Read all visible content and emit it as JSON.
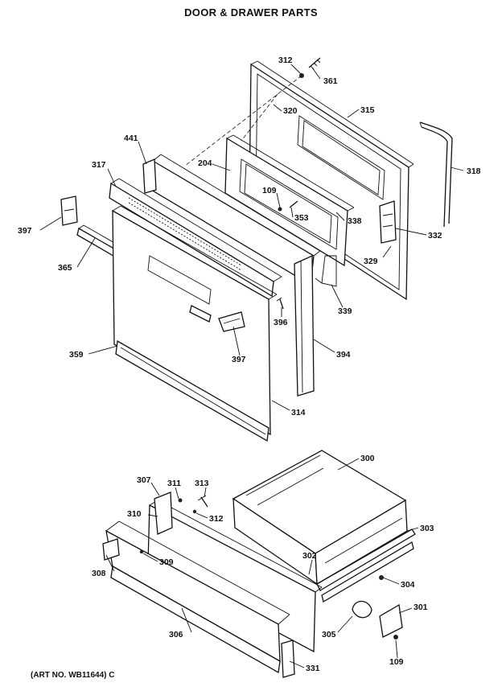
{
  "title": "DOOR & DRAWER PARTS",
  "art_no": "(ART NO. WB11644) C",
  "callouts": {
    "c312a": "312",
    "c361": "361",
    "c320": "320",
    "c315": "315",
    "c441": "441",
    "c204": "204",
    "c317": "317",
    "c318": "318",
    "c109a": "109",
    "c353": "353",
    "c338": "338",
    "c397a": "397",
    "c332": "332",
    "c329": "329",
    "c365": "365",
    "c339": "339",
    "c396": "396",
    "c397b": "397",
    "c359": "359",
    "c394": "394",
    "c314": "314",
    "c300": "300",
    "c307": "307",
    "c311": "311",
    "c313": "313",
    "c312b": "312",
    "c310": "310",
    "c303": "303",
    "c308": "308",
    "c309": "309",
    "c302": "302",
    "c304": "304",
    "c301": "301",
    "c306": "306",
    "c305": "305",
    "c109b": "109",
    "c331": "331"
  }
}
